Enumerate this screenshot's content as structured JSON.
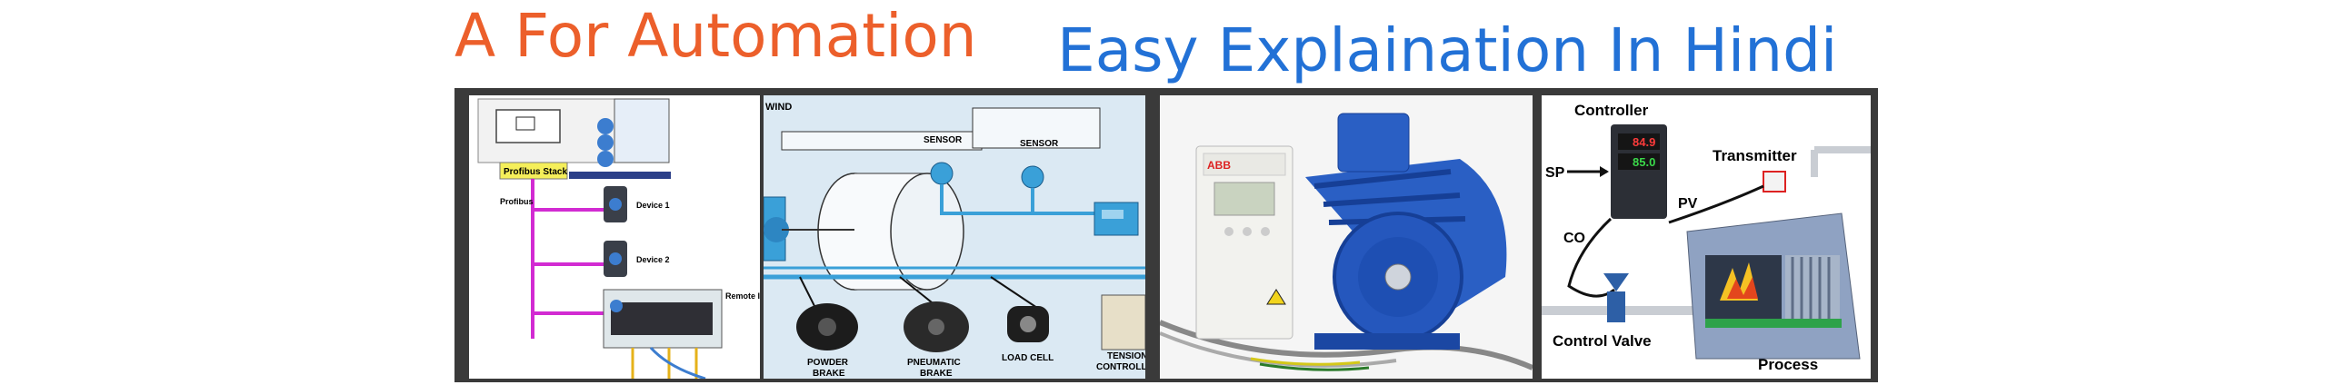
{
  "header": {
    "brand": "A For Automation",
    "tagline": "Easy Explaination In Hindi"
  },
  "panels": {
    "profibus": {
      "stack_label": "Profibus Stack",
      "bus_label": "Profibus",
      "device1": "Device 1",
      "device2": "Device 2",
      "remote_io": "Remote IO"
    },
    "tension": {
      "wind_label": "WIND",
      "sensor1": "SENSOR",
      "sensor2": "SENSOR",
      "powder_brake_1": "POWDER",
      "powder_brake_2": "BRAKE",
      "pneumatic_brake_1": "PNEUMATIC",
      "pneumatic_brake_2": "BRAKE",
      "load_cell": "LOAD CELL",
      "tension_controller_1": "TENSION",
      "tension_controller_2": "CONTROLL"
    },
    "drive": {
      "brand": "ABB"
    },
    "process_loop": {
      "controller": "Controller",
      "sp": "SP",
      "pv": "PV",
      "co": "CO",
      "transmitter": "Transmitter",
      "control_valve": "Control Valve",
      "process": "Process",
      "reading1": "84.9",
      "reading2": "85.0"
    }
  },
  "colors": {
    "brand_orange": "#ec5f2b",
    "tagline_blue": "#2271d6",
    "strip_dark": "#3a3a3a",
    "motor_blue": "#1e4fb3"
  }
}
